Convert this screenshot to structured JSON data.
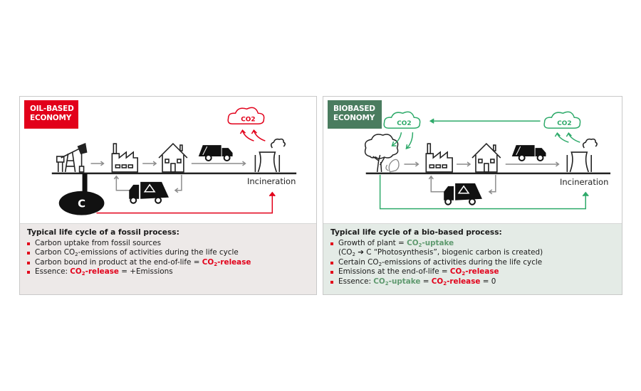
{
  "left_panel": {
    "badge": [
      "OIL-BASED",
      "ECONOMY"
    ],
    "accent_color": "#e2001a",
    "cloud_label": "CO2",
    "incineration_label": "Incineration",
    "carbon_label": "C",
    "text_title": "Typical life cycle of a fossil process:",
    "items": [
      {
        "text": "Carbon uptake from fossil sources"
      },
      {
        "pre": "Carbon CO",
        "sub": "2",
        "post": "-emissions of activities during the life cycle"
      },
      {
        "pre": "Carbon bound in product at the end-of-life = ",
        "hl_pre": "CO",
        "hl_sub": "2",
        "hl_post": "-release"
      },
      {
        "pre": "Essence: ",
        "hl_pre": "CO",
        "hl_sub": "2",
        "hl_post": "-release",
        "post": " = +Emissions"
      }
    ]
  },
  "right_panel": {
    "badge": [
      "BIOBASED",
      "ECONOMY"
    ],
    "accent_color": "#4a7c5f",
    "cloud_label_left": "CO2",
    "cloud_label_right": "CO2",
    "incineration_label": "Incineration",
    "text_title": "Typical life cycle of a bio-based process:",
    "items": [
      {
        "pre": "Growth of plant = ",
        "g_pre": "CO",
        "g_sub": "2",
        "g_post": "-uptake"
      },
      {
        "cont": "(CO",
        "cont_sub": "2",
        "cont_post": " ➔ C “Photosynthesis”, biogenic carbon is created)"
      },
      {
        "pre": "Certain CO",
        "sub": "2",
        "post": "-emissions of activities during the life cycle"
      },
      {
        "pre": "Emissions at the end-of-life = ",
        "hl_pre": "CO",
        "hl_sub": "2",
        "hl_post": "-release"
      },
      {
        "pre": "Essence: ",
        "g_pre": "CO",
        "g_sub": "2",
        "g_post": "-uptake",
        "mid": " = ",
        "hl_pre": "CO",
        "hl_sub": "2",
        "hl_post": "-release",
        "post": " = 0"
      }
    ]
  },
  "colors": {
    "red": "#e2001a",
    "green": "#2eaa6a",
    "grey_arrow": "#8c8c8c",
    "dark_green": "#4a7c5f"
  }
}
